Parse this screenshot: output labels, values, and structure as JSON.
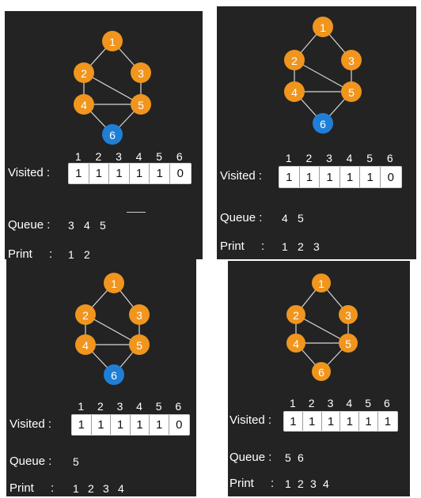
{
  "colors": {
    "background": "#232323",
    "node_orange": "#f0951e",
    "node_blue": "#1f7fd6",
    "edge": "#d8d8d8"
  },
  "graph": {
    "nodes": [
      "1",
      "2",
      "3",
      "4",
      "5",
      "6"
    ],
    "edges": [
      [
        "1",
        "2"
      ],
      [
        "1",
        "3"
      ],
      [
        "2",
        "4"
      ],
      [
        "2",
        "5"
      ],
      [
        "3",
        "5"
      ],
      [
        "4",
        "5"
      ],
      [
        "4",
        "6"
      ],
      [
        "5",
        "6"
      ]
    ]
  },
  "panels": [
    {
      "blue_node": "6",
      "indices": [
        "1",
        "2",
        "3",
        "4",
        "5",
        "6"
      ],
      "visited_label": "Visited :",
      "visited": [
        "1",
        "1",
        "1",
        "1",
        "1",
        "0"
      ],
      "queue_label": "Queue :",
      "queue": [
        "3",
        "4",
        "5"
      ],
      "print_label": "Print",
      "print_sep": ":",
      "print": [
        "1",
        "2"
      ]
    },
    {
      "blue_node": "6",
      "indices": [
        "1",
        "2",
        "3",
        "4",
        "5",
        "6"
      ],
      "visited_label": "Visited :",
      "visited": [
        "1",
        "1",
        "1",
        "1",
        "1",
        "0"
      ],
      "queue_label": "Queue :",
      "queue": [
        "4",
        "5"
      ],
      "print_label": "Print",
      "print_sep": ":",
      "print": [
        "1",
        "2",
        "3"
      ]
    },
    {
      "blue_node": "6",
      "indices": [
        "1",
        "2",
        "3",
        "4",
        "5",
        "6"
      ],
      "visited_label": "Visited :",
      "visited": [
        "1",
        "1",
        "1",
        "1",
        "1",
        "0"
      ],
      "queue_label": "Queue :",
      "queue": [
        "5"
      ],
      "print_label": "Print",
      "print_sep": ":",
      "print": [
        "1",
        "2",
        "3",
        "4"
      ]
    },
    {
      "blue_node": "",
      "indices": [
        "1",
        "2",
        "3",
        "4",
        "5",
        "6"
      ],
      "visited_label": "Visited :",
      "visited": [
        "1",
        "1",
        "1",
        "1",
        "1",
        "1"
      ],
      "queue_label": "Queue :",
      "queue": [
        "5",
        "6"
      ],
      "print_label": "Print",
      "print_sep": ":",
      "print": [
        "1",
        "2",
        "3",
        "4"
      ]
    }
  ]
}
